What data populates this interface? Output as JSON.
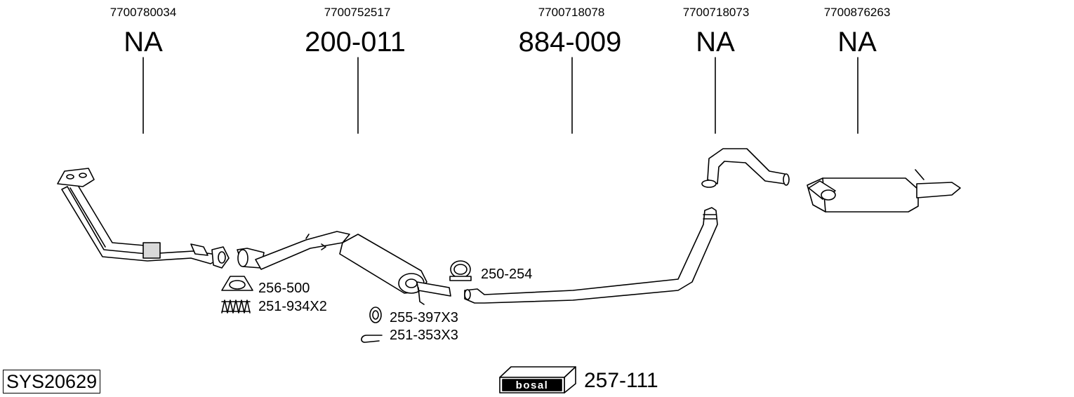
{
  "columns": [
    {
      "oe": "7700780034",
      "part": "NA"
    },
    {
      "oe": "7700752517",
      "part": "200-011"
    },
    {
      "oe": "7700718078",
      "part": "884-009"
    },
    {
      "oe": "7700718073",
      "part": "NA"
    },
    {
      "oe": "7700876263",
      "part": "NA"
    }
  ],
  "accessories": [
    {
      "code": "256-500"
    },
    {
      "code": "251-934X2"
    },
    {
      "code": "250-254"
    },
    {
      "code": "255-397X3"
    },
    {
      "code": "251-353X3"
    }
  ],
  "system_code": "SYS20629",
  "kit": {
    "brand_logo": "bosal",
    "code": "257-111"
  }
}
